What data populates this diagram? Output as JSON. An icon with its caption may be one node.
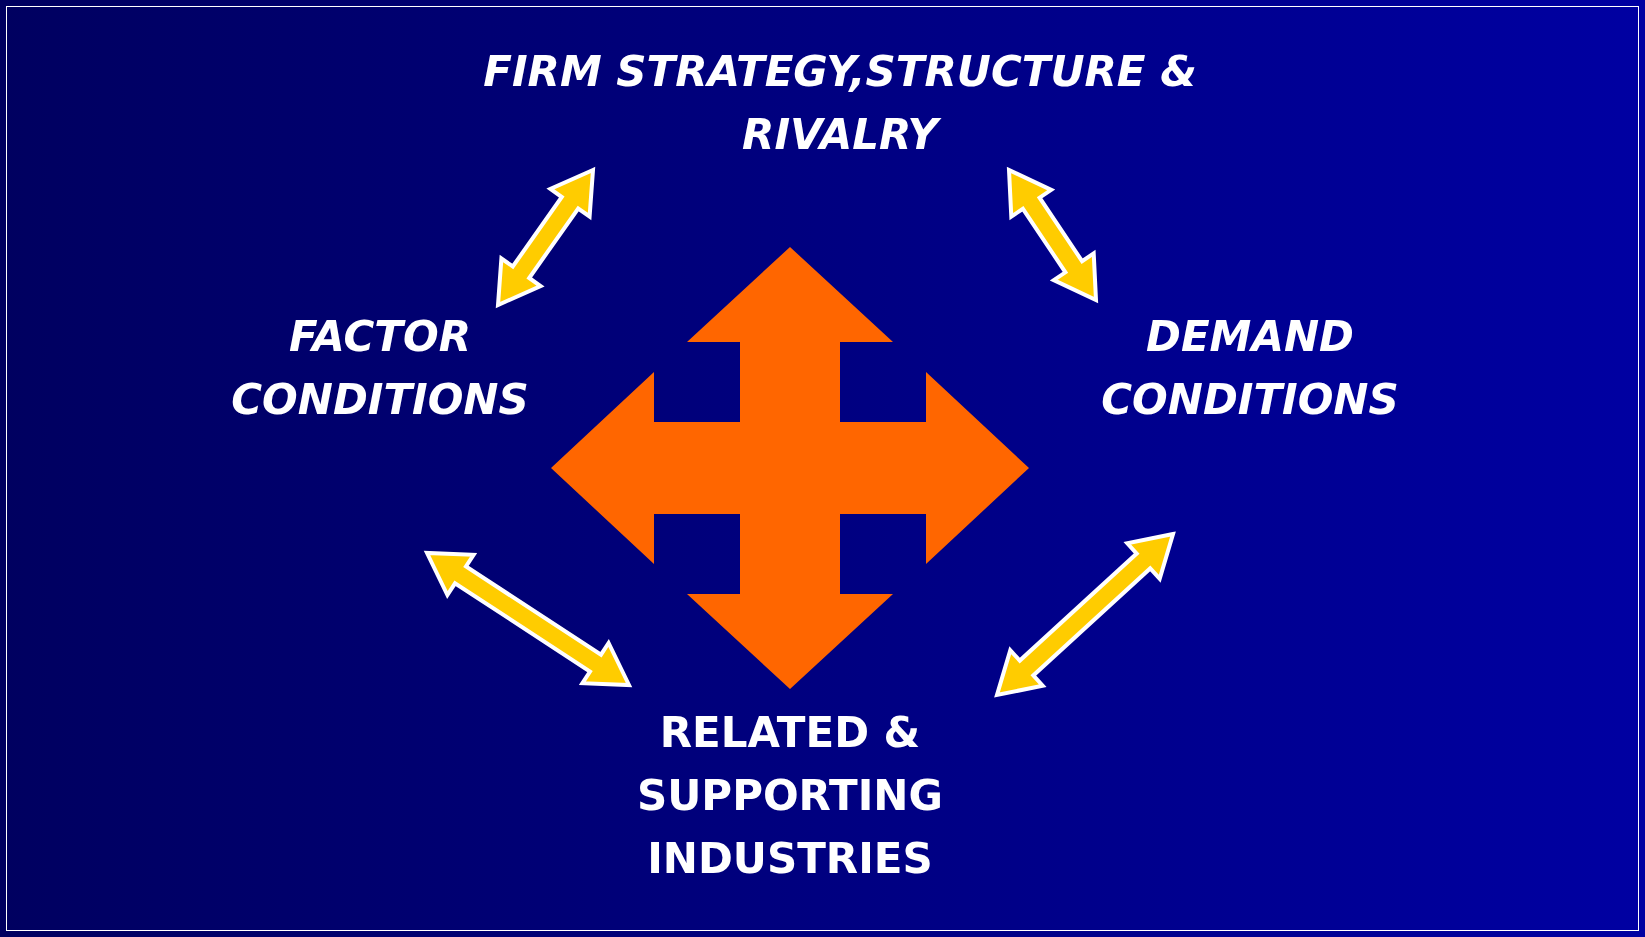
{
  "diagram": {
    "nodes": [
      {
        "text": [
          "FIRM STRATEGY,STRUCTURE & RIVALRY"
        ]
      },
      {
        "text": [
          "FACTOR CONDITIONS"
        ]
      },
      {
        "text": [
          "DEMAND CONDITIONS"
        ]
      },
      {
        "text": [
          "RELATED & SUPPORTING INDUSTRIES"
        ]
      }
    ],
    "edges": [
      {
        "from": 0,
        "to": 1,
        "arrow": "both"
      },
      {
        "from": 0,
        "to": 2,
        "arrow": "both"
      },
      {
        "from": 1,
        "to": 3,
        "arrow": "both"
      },
      {
        "from": 2,
        "to": 3,
        "arrow": "both"
      }
    ]
  }
}
